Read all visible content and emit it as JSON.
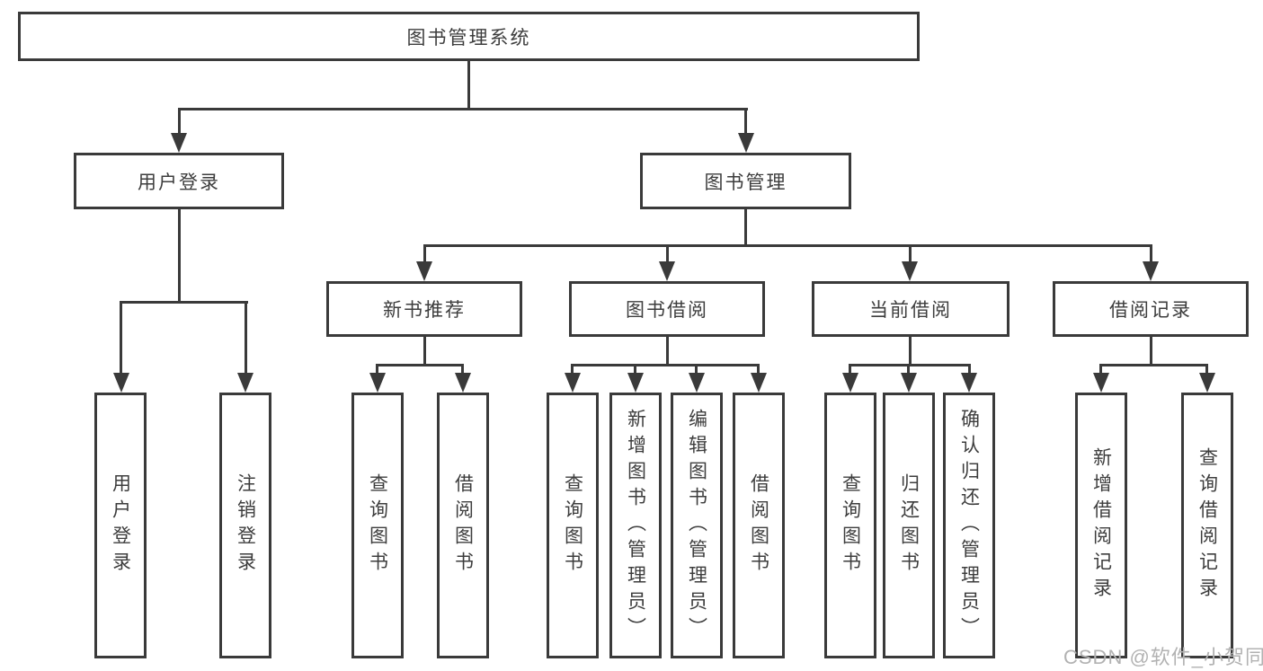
{
  "diagram": {
    "nodes": {
      "root": "图书管理系统",
      "user_login": {
        "label": "用户登录",
        "children": [
          "用户登录",
          "注销登录"
        ]
      },
      "book_management": {
        "label": "图书管理",
        "children": {
          "new_book_recommend": {
            "label": "新书推荐",
            "children": [
              "查询图书",
              "借阅图书"
            ]
          },
          "book_borrow": {
            "label": "图书借阅",
            "children": [
              "查询图书",
              "新增图书（管理员）",
              "编辑图书（管理员）",
              "借阅图书"
            ]
          },
          "current_borrow": {
            "label": "当前借阅",
            "children": [
              "查询图书",
              "归还图书",
              "确认归还（管理员）"
            ]
          },
          "borrow_records": {
            "label": "借阅记录",
            "children": [
              "新增借阅记录",
              "查询借阅记录"
            ]
          }
        }
      }
    },
    "watermark": "CSDN @软件_小贺同学"
  },
  "colors": {
    "line": "#3a3a3a",
    "text": "#3d3d3d",
    "watermark": "#b2b2b2",
    "background": "#ffffff"
  }
}
